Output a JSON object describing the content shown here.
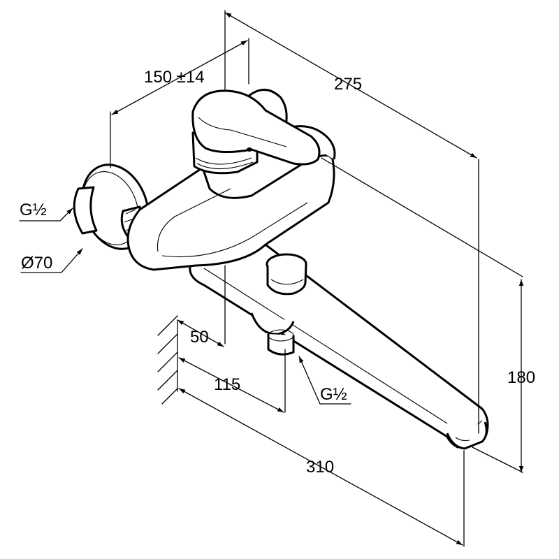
{
  "dimensions": {
    "width_top": "150 ±14",
    "length_total": "275",
    "height_spout": "180",
    "thread_left": "G½",
    "rosette_diameter": "Ø70",
    "depth_50": "50",
    "depth_115": "115",
    "thread_bottom": "G½",
    "projection_310": "310"
  },
  "colors": {
    "line": "#000000",
    "background": "#ffffff"
  }
}
